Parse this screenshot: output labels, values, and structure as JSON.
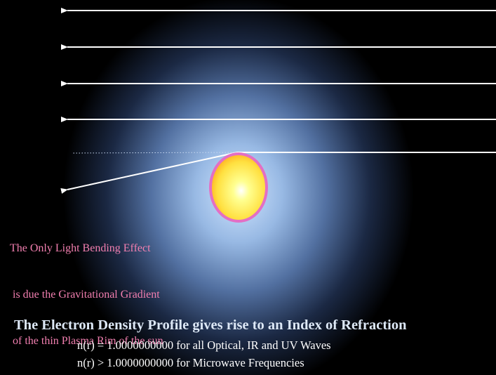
{
  "caption": {
    "lines": [
      "The Only Light Bending Effect",
      " is due the Gravitational Gradient",
      " of the thin Plasma Rim of the sun"
    ]
  },
  "headline": "The Electron Density Profile gives rise to an Index of Refraction",
  "equations": [
    "n(r) = 1.0000000000 for all Optical, IR and UV Waves",
    "n(r) > 1.0000000000 for Microwave Frequencies"
  ],
  "colors": {
    "background": "#000000",
    "corona": "#a8c8f0",
    "sun_core": "#ffff80",
    "sun_rim": "#e070c0",
    "rays": "#ffffff",
    "caption_text": "#f27fb0",
    "headline_text": "#dde8f6"
  }
}
